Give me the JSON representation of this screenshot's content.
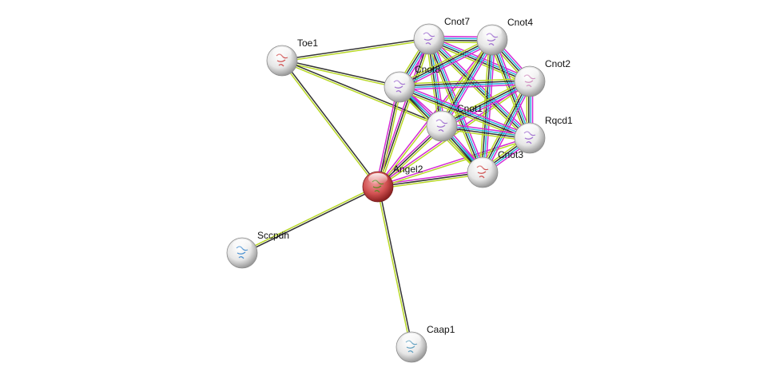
{
  "network": {
    "query_node": "Angel2",
    "nodes": [
      {
        "id": "Toe1",
        "label": "Toe1",
        "color": "#e8e8e8"
      },
      {
        "id": "Cnot7",
        "label": "Cnot7",
        "color": "#e8e8e8"
      },
      {
        "id": "Cnot4",
        "label": "Cnot4",
        "color": "#e8e8e8"
      },
      {
        "id": "Cnot2",
        "label": "Cnot2",
        "color": "#e8e8e8"
      },
      {
        "id": "Cnot8",
        "label": "Cnot8",
        "color": "#e8e8e8"
      },
      {
        "id": "Cnot1",
        "label": "Cnot1",
        "color": "#e8e8e8"
      },
      {
        "id": "Rqcd1",
        "label": "Rqcd1",
        "color": "#e8e8e8"
      },
      {
        "id": "Cnot3",
        "label": "Cnot3",
        "color": "#e8e8e8"
      },
      {
        "id": "Angel2",
        "label": "Angel2",
        "color": "#d04040"
      },
      {
        "id": "Sccpdh",
        "label": "Sccpdh",
        "color": "#e8e8e8"
      },
      {
        "id": "Caap1",
        "label": "Caap1",
        "color": "#e8e8e8"
      }
    ],
    "edge_colors": {
      "experiments": "#d42ad4",
      "databases": "#2ab4dc",
      "coexpression": "#333333",
      "textmining": "#b8d825"
    },
    "edges": [
      {
        "a": "Toe1",
        "b": "Cnot7",
        "evidence": [
          "coexpression",
          "textmining"
        ]
      },
      {
        "a": "Toe1",
        "b": "Cnot8",
        "evidence": [
          "coexpression",
          "textmining"
        ]
      },
      {
        "a": "Toe1",
        "b": "Cnot1",
        "evidence": [
          "coexpression",
          "textmining"
        ]
      },
      {
        "a": "Toe1",
        "b": "Angel2",
        "evidence": [
          "coexpression",
          "textmining"
        ]
      },
      {
        "a": "Angel2",
        "b": "Sccpdh",
        "evidence": [
          "coexpression",
          "textmining"
        ]
      },
      {
        "a": "Angel2",
        "b": "Caap1",
        "evidence": [
          "coexpression",
          "textmining"
        ]
      },
      {
        "a": "Angel2",
        "b": "Cnot7",
        "evidence": [
          "experiments",
          "coexpression",
          "textmining"
        ]
      },
      {
        "a": "Angel2",
        "b": "Cnot8",
        "evidence": [
          "experiments",
          "coexpression",
          "textmining"
        ]
      },
      {
        "a": "Angel2",
        "b": "Cnot1",
        "evidence": [
          "experiments",
          "coexpression",
          "textmining"
        ]
      },
      {
        "a": "Angel2",
        "b": "Cnot3",
        "evidence": [
          "experiments",
          "coexpression",
          "textmining"
        ]
      },
      {
        "a": "Angel2",
        "b": "Rqcd1",
        "evidence": [
          "experiments",
          "textmining"
        ]
      },
      {
        "a": "Angel2",
        "b": "Cnot2",
        "evidence": [
          "experiments",
          "textmining"
        ]
      },
      {
        "a": "Angel2",
        "b": "Cnot4",
        "evidence": [
          "experiments",
          "textmining"
        ]
      },
      {
        "a": "Cnot7",
        "b": "Cnot4",
        "evidence": [
          "experiments",
          "databases",
          "coexpression",
          "textmining"
        ]
      },
      {
        "a": "Cnot7",
        "b": "Cnot2",
        "evidence": [
          "experiments",
          "databases",
          "coexpression",
          "textmining"
        ]
      },
      {
        "a": "Cnot7",
        "b": "Cnot8",
        "evidence": [
          "experiments",
          "databases",
          "coexpression",
          "textmining"
        ]
      },
      {
        "a": "Cnot7",
        "b": "Cnot1",
        "evidence": [
          "experiments",
          "databases",
          "coexpression",
          "textmining"
        ]
      },
      {
        "a": "Cnot7",
        "b": "Rqcd1",
        "evidence": [
          "experiments",
          "databases",
          "coexpression",
          "textmining"
        ]
      },
      {
        "a": "Cnot7",
        "b": "Cnot3",
        "evidence": [
          "experiments",
          "databases",
          "coexpression",
          "textmining"
        ]
      },
      {
        "a": "Cnot4",
        "b": "Cnot2",
        "evidence": [
          "experiments",
          "databases",
          "coexpression",
          "textmining"
        ]
      },
      {
        "a": "Cnot4",
        "b": "Cnot8",
        "evidence": [
          "experiments",
          "databases",
          "coexpression",
          "textmining"
        ]
      },
      {
        "a": "Cnot4",
        "b": "Cnot1",
        "evidence": [
          "experiments",
          "databases",
          "coexpression",
          "textmining"
        ]
      },
      {
        "a": "Cnot4",
        "b": "Rqcd1",
        "evidence": [
          "experiments",
          "databases",
          "coexpression",
          "textmining"
        ]
      },
      {
        "a": "Cnot4",
        "b": "Cnot3",
        "evidence": [
          "experiments",
          "databases",
          "coexpression",
          "textmining"
        ]
      },
      {
        "a": "Cnot2",
        "b": "Cnot8",
        "evidence": [
          "experiments",
          "databases",
          "coexpression",
          "textmining"
        ]
      },
      {
        "a": "Cnot2",
        "b": "Cnot1",
        "evidence": [
          "experiments",
          "databases",
          "coexpression",
          "textmining"
        ]
      },
      {
        "a": "Cnot2",
        "b": "Rqcd1",
        "evidence": [
          "experiments",
          "databases",
          "coexpression",
          "textmining"
        ]
      },
      {
        "a": "Cnot2",
        "b": "Cnot3",
        "evidence": [
          "experiments",
          "databases",
          "coexpression",
          "textmining"
        ]
      },
      {
        "a": "Cnot8",
        "b": "Cnot1",
        "evidence": [
          "experiments",
          "databases",
          "coexpression",
          "textmining"
        ]
      },
      {
        "a": "Cnot8",
        "b": "Rqcd1",
        "evidence": [
          "experiments",
          "databases",
          "coexpression",
          "textmining"
        ]
      },
      {
        "a": "Cnot8",
        "b": "Cnot3",
        "evidence": [
          "experiments",
          "databases",
          "coexpression",
          "textmining"
        ]
      },
      {
        "a": "Cnot1",
        "b": "Rqcd1",
        "evidence": [
          "experiments",
          "databases",
          "coexpression",
          "textmining"
        ]
      },
      {
        "a": "Cnot1",
        "b": "Cnot3",
        "evidence": [
          "experiments",
          "databases",
          "coexpression",
          "textmining"
        ]
      },
      {
        "a": "Rqcd1",
        "b": "Cnot3",
        "evidence": [
          "experiments",
          "databases",
          "coexpression",
          "textmining"
        ]
      }
    ]
  }
}
